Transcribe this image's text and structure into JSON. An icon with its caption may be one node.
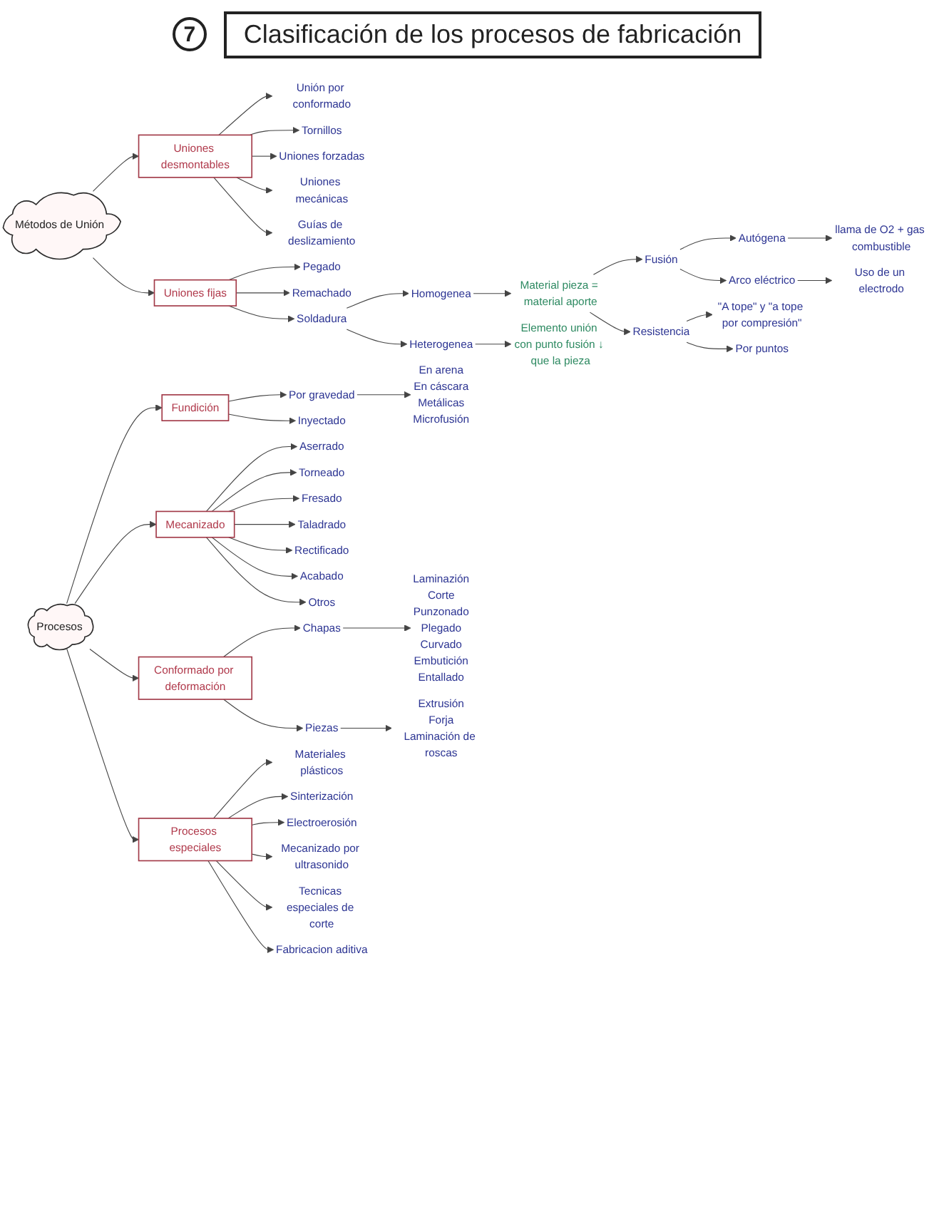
{
  "diagram": {
    "title": "Clasificación de los procesos de fabricación",
    "nodes": [
      {
        "text": [
          "Métodos de Unión"
        ]
      },
      {
        "text": [
          "Uniones desmontables"
        ]
      },
      {
        "text": [
          "Unión por conformado"
        ]
      },
      {
        "text": [
          "Tornillos"
        ]
      },
      {
        "text": [
          "Uniones forzadas"
        ]
      },
      {
        "text": [
          "Uniones mecánicas"
        ]
      },
      {
        "text": [
          "Guías de deslizamiento"
        ]
      },
      {
        "text": [
          "Uniones fijas"
        ]
      },
      {
        "text": [
          "Pegado"
        ]
      },
      {
        "text": [
          "Remachado"
        ]
      },
      {
        "text": [
          "Soldadura"
        ]
      },
      {
        "text": [
          "Homogenea"
        ]
      },
      {
        "text": [
          "Heterogenea"
        ]
      },
      {
        "text": [
          "Material pieza = material aporte"
        ]
      },
      {
        "text": [
          "Elemento unión con punto fusión ↓ que la pieza"
        ]
      },
      {
        "text": [
          "Fusión"
        ]
      },
      {
        "text": [
          "Resistencia"
        ]
      },
      {
        "text": [
          "Autógena"
        ]
      },
      {
        "text": [
          "Arco eléctrico"
        ]
      },
      {
        "text": [
          "llama de O2 + gas combustible"
        ]
      },
      {
        "text": [
          "Uso de un electrodo"
        ]
      },
      {
        "text": [
          "\"A tope\" y \"a tope por compresión\""
        ]
      },
      {
        "text": [
          "Por puntos"
        ]
      },
      {
        "text": [
          "Procesos"
        ]
      },
      {
        "text": [
          "Fundición"
        ]
      },
      {
        "text": [
          "Por gravedad"
        ]
      },
      {
        "text": [
          "Inyectado"
        ]
      },
      {
        "text": [
          "En arena",
          "En cáscara",
          "Metálicas",
          "Microfusión"
        ]
      },
      {
        "text": [
          "Mecanizado"
        ]
      },
      {
        "text": [
          "Aserrado"
        ]
      },
      {
        "text": [
          "Torneado"
        ]
      },
      {
        "text": [
          "Fresado"
        ]
      },
      {
        "text": [
          "Taladrado"
        ]
      },
      {
        "text": [
          "Rectificado"
        ]
      },
      {
        "text": [
          "Acabado"
        ]
      },
      {
        "text": [
          "Otros"
        ]
      },
      {
        "text": [
          "Conformado por deformación"
        ]
      },
      {
        "text": [
          "Chapas"
        ]
      },
      {
        "text": [
          "Piezas"
        ]
      },
      {
        "text": [
          "Laminazión",
          "Corte",
          "Punzonado",
          "Plegado",
          "Curvado",
          "Embutición",
          "Entallado"
        ]
      },
      {
        "text": [
          "Extrusión",
          "Forja",
          "Laminación de roscas"
        ]
      },
      {
        "text": [
          "Procesos especiales"
        ]
      },
      {
        "text": [
          "Materiales plásticos"
        ]
      },
      {
        "text": [
          "Sinterización"
        ]
      },
      {
        "text": [
          "Electroerosión"
        ]
      },
      {
        "text": [
          "Mecanizado por ultrasonido"
        ]
      },
      {
        "text": [
          "Tecnicas especiales de corte"
        ]
      },
      {
        "text": [
          "Fabricacion aditiva"
        ]
      }
    ],
    "edges": [
      {
        "from": 0,
        "to": 1,
        "arrow": "to"
      },
      {
        "from": 0,
        "to": 7,
        "arrow": "to"
      },
      {
        "from": 1,
        "to": 2,
        "arrow": "to"
      },
      {
        "from": 1,
        "to": 3,
        "arrow": "to"
      },
      {
        "from": 1,
        "to": 4,
        "arrow": "to"
      },
      {
        "from": 1,
        "to": 5,
        "arrow": "to"
      },
      {
        "from": 1,
        "to": 6,
        "arrow": "to"
      },
      {
        "from": 7,
        "to": 8,
        "arrow": "to"
      },
      {
        "from": 7,
        "to": 9,
        "arrow": "to"
      },
      {
        "from": 7,
        "to": 10,
        "arrow": "to"
      },
      {
        "from": 10,
        "to": 11,
        "arrow": "to"
      },
      {
        "from": 10,
        "to": 12,
        "arrow": "to"
      },
      {
        "from": 11,
        "to": 13,
        "arrow": "to"
      },
      {
        "from": 12,
        "to": 14,
        "arrow": "to"
      },
      {
        "from": 13,
        "to": 15,
        "arrow": "to"
      },
      {
        "from": 13,
        "to": 16,
        "arrow": "to"
      },
      {
        "from": 15,
        "to": 17,
        "arrow": "to"
      },
      {
        "from": 15,
        "to": 18,
        "arrow": "to"
      },
      {
        "from": 17,
        "to": 19,
        "arrow": "to"
      },
      {
        "from": 18,
        "to": 20,
        "arrow": "to"
      },
      {
        "from": 16,
        "to": 21,
        "arrow": "to"
      },
      {
        "from": 16,
        "to": 22,
        "arrow": "to"
      },
      {
        "from": 23,
        "to": 24,
        "arrow": "to"
      },
      {
        "from": 23,
        "to": 28,
        "arrow": "to"
      },
      {
        "from": 23,
        "to": 36,
        "arrow": "to"
      },
      {
        "from": 23,
        "to": 41,
        "arrow": "to"
      },
      {
        "from": 24,
        "to": 25,
        "arrow": "to"
      },
      {
        "from": 24,
        "to": 26,
        "arrow": "to"
      },
      {
        "from": 25,
        "to": 27,
        "arrow": "to"
      },
      {
        "from": 28,
        "to": 29,
        "arrow": "to"
      },
      {
        "from": 28,
        "to": 30,
        "arrow": "to"
      },
      {
        "from": 28,
        "to": 31,
        "arrow": "to"
      },
      {
        "from": 28,
        "to": 32,
        "arrow": "to"
      },
      {
        "from": 28,
        "to": 33,
        "arrow": "to"
      },
      {
        "from": 28,
        "to": 34,
        "arrow": "to"
      },
      {
        "from": 28,
        "to": 35,
        "arrow": "to"
      },
      {
        "from": 36,
        "to": 37,
        "arrow": "to"
      },
      {
        "from": 36,
        "to": 38,
        "arrow": "to"
      },
      {
        "from": 37,
        "to": 39,
        "arrow": "to"
      },
      {
        "from": 38,
        "to": 40,
        "arrow": "to"
      },
      {
        "from": 41,
        "to": 42,
        "arrow": "to"
      },
      {
        "from": 41,
        "to": 43,
        "arrow": "to"
      },
      {
        "from": 41,
        "to": 44,
        "arrow": "to"
      },
      {
        "from": 41,
        "to": 45,
        "arrow": "to"
      },
      {
        "from": 41,
        "to": 46,
        "arrow": "to"
      },
      {
        "from": 41,
        "to": 47,
        "arrow": "to"
      }
    ],
    "labels": [
      "7"
    ]
  }
}
